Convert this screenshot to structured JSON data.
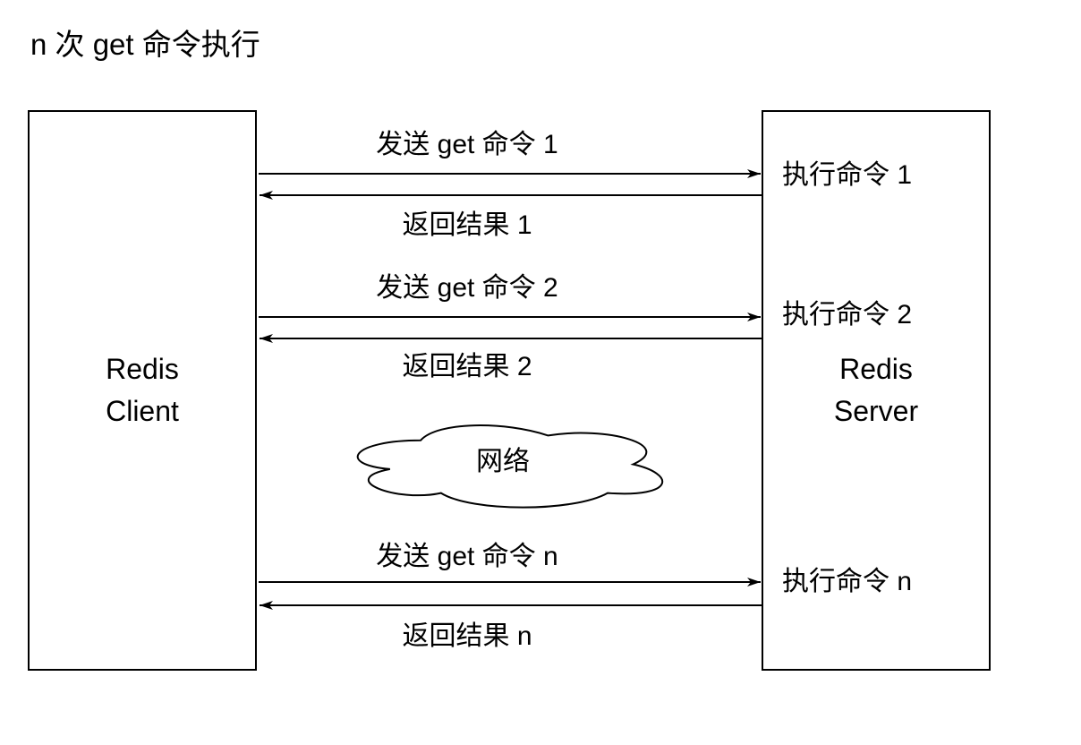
{
  "title": "n 次 get 命令执行",
  "client": {
    "line1": "Redis",
    "line2": "Client"
  },
  "server": {
    "line1": "Redis",
    "line2": "Server"
  },
  "network_label": "网络",
  "messages": [
    {
      "request": "发送 get 命令 1",
      "response": "返回结果 1",
      "server_action": "执行命令 1"
    },
    {
      "request": "发送 get 命令 2",
      "response": "返回结果 2",
      "server_action": "执行命令 2"
    },
    {
      "request": "发送 get 命令 n",
      "response": "返回结果 n",
      "server_action": "执行命令 n"
    }
  ],
  "colors": {
    "stroke": "#000000",
    "background": "#ffffff",
    "text": "#000000"
  }
}
